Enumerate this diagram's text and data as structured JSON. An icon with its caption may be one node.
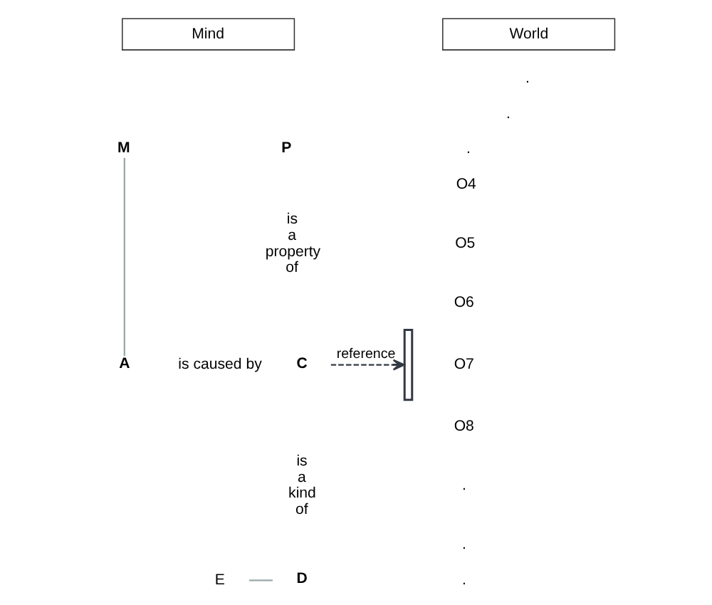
{
  "diagram": {
    "nodes": [
      {
        "text": [
          "M"
        ]
      },
      {
        "text": [
          "P"
        ]
      },
      {
        "text": [
          "A"
        ]
      },
      {
        "text": [
          "C"
        ]
      },
      {
        "text": [],
        "shape": "bracket"
      },
      {
        "text": [
          "E"
        ]
      },
      {
        "text": [
          "D"
        ]
      }
    ],
    "edges": [
      {
        "from": 0,
        "to": 2,
        "arrow": "none"
      },
      {
        "from": 3,
        "to": 4,
        "arrow": "to",
        "label": "reference",
        "style": "dashed",
        "color": "#333a44"
      },
      {
        "from": 5,
        "to": 6,
        "arrow": "none"
      }
    ],
    "labels": [
      "Mind",
      "World",
      ".",
      ".",
      ".",
      "O4",
      "O5",
      "O6",
      "O7",
      "O8",
      ".",
      ".",
      ".",
      "is a property of",
      "is caused by",
      "is a kind of"
    ]
  }
}
